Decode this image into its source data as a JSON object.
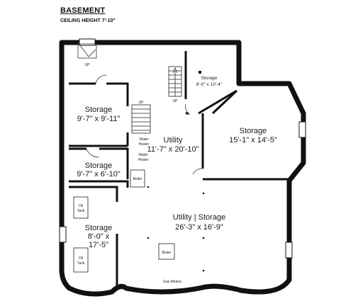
{
  "header": {
    "title": "BASEMENT",
    "subtitle": "CEILING HEIGHT 7'-10\""
  },
  "rooms": {
    "storage_top_right": {
      "name": "Storage",
      "dims": "8'-0\" x 10'-4\""
    },
    "storage_left_upper": {
      "name": "Storage",
      "dims": "9'-7\" x 9'-11\""
    },
    "utility": {
      "name": "Utility",
      "dims": "11'-7\" x 20'-10\""
    },
    "storage_right": {
      "name": "Storage",
      "dims": "15'-1\" x 14'-5\""
    },
    "storage_left_mid": {
      "name": "Storage",
      "dims": "9'-7\" x 6'-10\""
    },
    "utility_storage": {
      "name": "Utility | Storage",
      "dims": "26'-3\" x 16'-9\""
    },
    "storage_left_lower": {
      "name": "Storage",
      "dims": "8'-0\" x",
      "dims2": "17'-5\""
    }
  },
  "fixtures": {
    "up_top": "UP",
    "up_stairs_mid": "UP",
    "up_stairs_top": "UP",
    "water_heater_1": [
      "Water",
      "Heater"
    ],
    "water_heater_2": [
      "Water",
      "Heater"
    ],
    "boiler_1": "Boiler",
    "boiler_2": "Boiler",
    "oil_tank_1": [
      "Oil",
      "Tank"
    ],
    "oil_tank_2": [
      "Oil",
      "Tank"
    ],
    "gas_meters": "Gas Meters"
  }
}
